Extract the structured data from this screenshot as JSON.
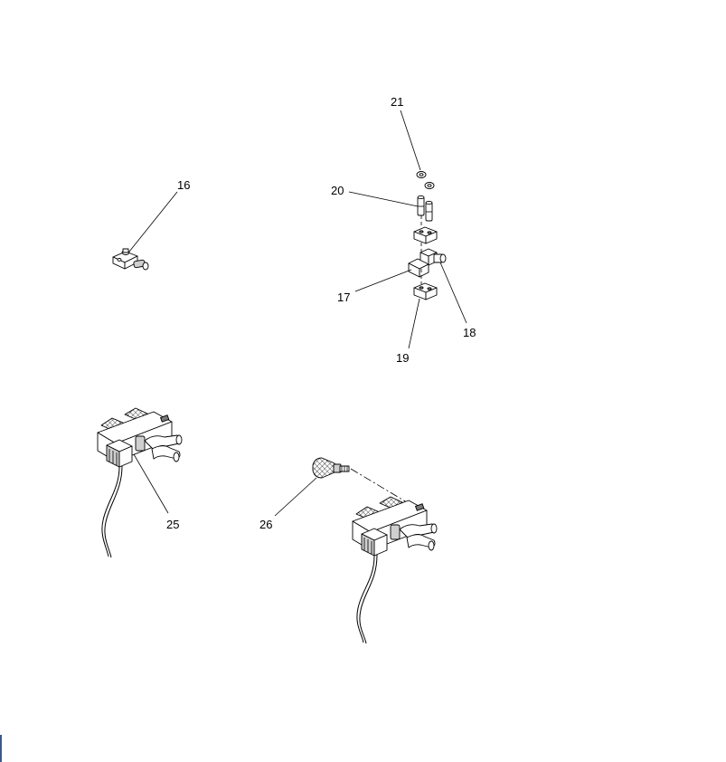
{
  "callouts": {
    "c16": "16",
    "c17": "17",
    "c18": "18",
    "c19": "19",
    "c20": "20",
    "c21": "21",
    "c25": "25",
    "c26": "26"
  }
}
